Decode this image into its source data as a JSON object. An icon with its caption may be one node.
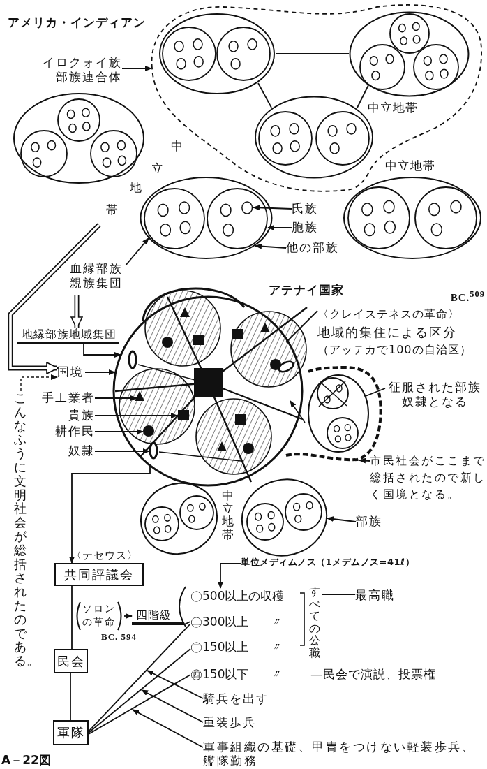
{
  "diagram": {
    "caption": "A－22図",
    "nodes": [
      {
        "text": [],
        "shape": "cloud"
      },
      {
        "text": [],
        "shape": "ellipse",
        "in": 0
      },
      {
        "text": [],
        "shape": "ellipse",
        "in": 0
      },
      {
        "text": [],
        "shape": "ellipse",
        "in": 0
      },
      {
        "text": [
          "イロクォイ族部族連合体"
        ]
      },
      {
        "text": [],
        "shape": "ellipse"
      },
      {
        "text": [],
        "shape": "ellipse"
      },
      {
        "text": [],
        "shape": "ellipse"
      },
      {
        "text": [
          "氏族"
        ]
      },
      {
        "text": [
          "胞族"
        ]
      },
      {
        "text": [
          "他の部族"
        ]
      },
      {
        "text": [
          "血縁部族親族集団"
        ]
      },
      {
        "text": [
          "地縁部族地域集団"
        ]
      },
      {
        "text": [
          "アテナイ国家"
        ]
      },
      {
        "text": [
          "BC.$^{509}$",
          "〈クレイステネスの革命〉",
          "地域的集住による区分",
          "（アッテカで100の自治区）"
        ]
      },
      {
        "text": [],
        "shape": "ellipse"
      },
      {
        "text": [
          "征服された部族奴隷となる"
        ]
      },
      {
        "text": [
          "市民社会がここまで総括されたので新しく国境となる。"
        ]
      },
      {
        "text": [
          "国境"
        ]
      },
      {
        "text": [
          "手工業者"
        ]
      },
      {
        "text": [
          "貴族"
        ]
      },
      {
        "text": [
          "耕作民"
        ]
      },
      {
        "text": [
          "奴隷"
        ]
      },
      {
        "text": [],
        "shape": "ellipse"
      },
      {
        "text": [],
        "shape": "ellipse"
      },
      {
        "text": [
          "部族"
        ]
      },
      {
        "text": [
          "こんなふうに文明社会が総括されたのである。"
        ]
      },
      {
        "text": [
          "共同評議会"
        ],
        "beside": [
          "〈テセウス〉"
        ]
      },
      {
        "text": [
          "民会"
        ]
      },
      {
        "text": [
          "軍隊"
        ]
      },
      {
        "text": [
          "ソロンの革命"
        ],
        "beside": [
          "BC. 594"
        ]
      },
      {
        "text": [
          "四階級"
        ]
      },
      {
        "text": [
          "単位メディムノス（1メデムノス=41ℓ）"
        ]
      },
      {
        "text": [
          "㊀500以上の収穫"
        ]
      },
      {
        "text": [
          "㊁300以上",
          "〃"
        ]
      },
      {
        "text": [
          "㊂150以上",
          "〃"
        ]
      },
      {
        "text": [
          "㊃150以下",
          "〃"
        ]
      },
      {
        "text": [
          "すべての公職"
        ]
      },
      {
        "text": [
          "最高職"
        ]
      },
      {
        "text": [
          "騎兵を出す"
        ]
      },
      {
        "text": [
          "重装歩兵"
        ]
      },
      {
        "text": [
          "軍事組織の基礎、甲冑をつけない軽装歩兵、艦隊勤務"
        ]
      }
    ],
    "edges": [
      {
        "from": 1,
        "to": 2,
        "arrow": "none"
      },
      {
        "from": 1,
        "to": 3,
        "arrow": "none"
      },
      {
        "from": 2,
        "to": 3,
        "arrow": "none"
      },
      {
        "from": 4,
        "to": 0,
        "arrow": "to"
      },
      {
        "from": 8,
        "to": 6,
        "arrow": "to"
      },
      {
        "from": 9,
        "to": 6,
        "arrow": "to"
      },
      {
        "from": 10,
        "to": 6,
        "arrow": "to"
      },
      {
        "from": 11,
        "to": 6,
        "arrow": "to"
      },
      {
        "from": 11,
        "to": 12,
        "arrow": "to",
        "style": "thick"
      },
      {
        "from": 12,
        "to": 13,
        "arrow": "to"
      },
      {
        "from": null,
        "to": 18,
        "arrow": "to",
        "style": "thick"
      },
      {
        "from": 26,
        "to": 18,
        "arrow": "to",
        "style": "dashed"
      },
      {
        "from": 18,
        "to": 13,
        "arrow": "to"
      },
      {
        "from": 19,
        "to": 13,
        "arrow": "to"
      },
      {
        "from": 20,
        "to": 13,
        "arrow": "to"
      },
      {
        "from": 21,
        "to": 13,
        "arrow": "to"
      },
      {
        "from": 22,
        "to": 13,
        "arrow": "to"
      },
      {
        "from": 14,
        "to": 13,
        "arrow": "none"
      },
      {
        "from": 16,
        "to": 15,
        "arrow": "none"
      },
      {
        "from": 17,
        "to": 15,
        "arrow": "to"
      },
      {
        "from": 25,
        "to": 24,
        "arrow": "to"
      },
      {
        "from": 13,
        "to": 27,
        "arrow": "to"
      },
      {
        "from": 27,
        "to": 28,
        "arrow": "none"
      },
      {
        "from": 28,
        "to": 29,
        "arrow": "none"
      },
      {
        "from": 30,
        "to": 31,
        "arrow": "to"
      },
      {
        "from": 31,
        "to": 34,
        "arrow": "none"
      },
      {
        "from": 29,
        "to": 34,
        "arrow": "none"
      },
      {
        "from": 29,
        "to": 35,
        "arrow": "none"
      },
      {
        "from": 29,
        "to": 36,
        "arrow": "none"
      },
      {
        "from": 32,
        "to": 33,
        "arrow": "to"
      },
      {
        "from": 37,
        "to": 38,
        "arrow": "none"
      },
      {
        "from": 39,
        "to": null,
        "arrow": "to"
      },
      {
        "from": 40,
        "to": null,
        "arrow": "to"
      },
      {
        "from": 41,
        "to": null,
        "arrow": "to"
      }
    ],
    "labels": [
      "アメリカ・インディアン",
      "中立地帯",
      "中立地帯",
      "中立地帯",
      "中立地帯",
      "—民会で演説、投票権"
    ]
  }
}
